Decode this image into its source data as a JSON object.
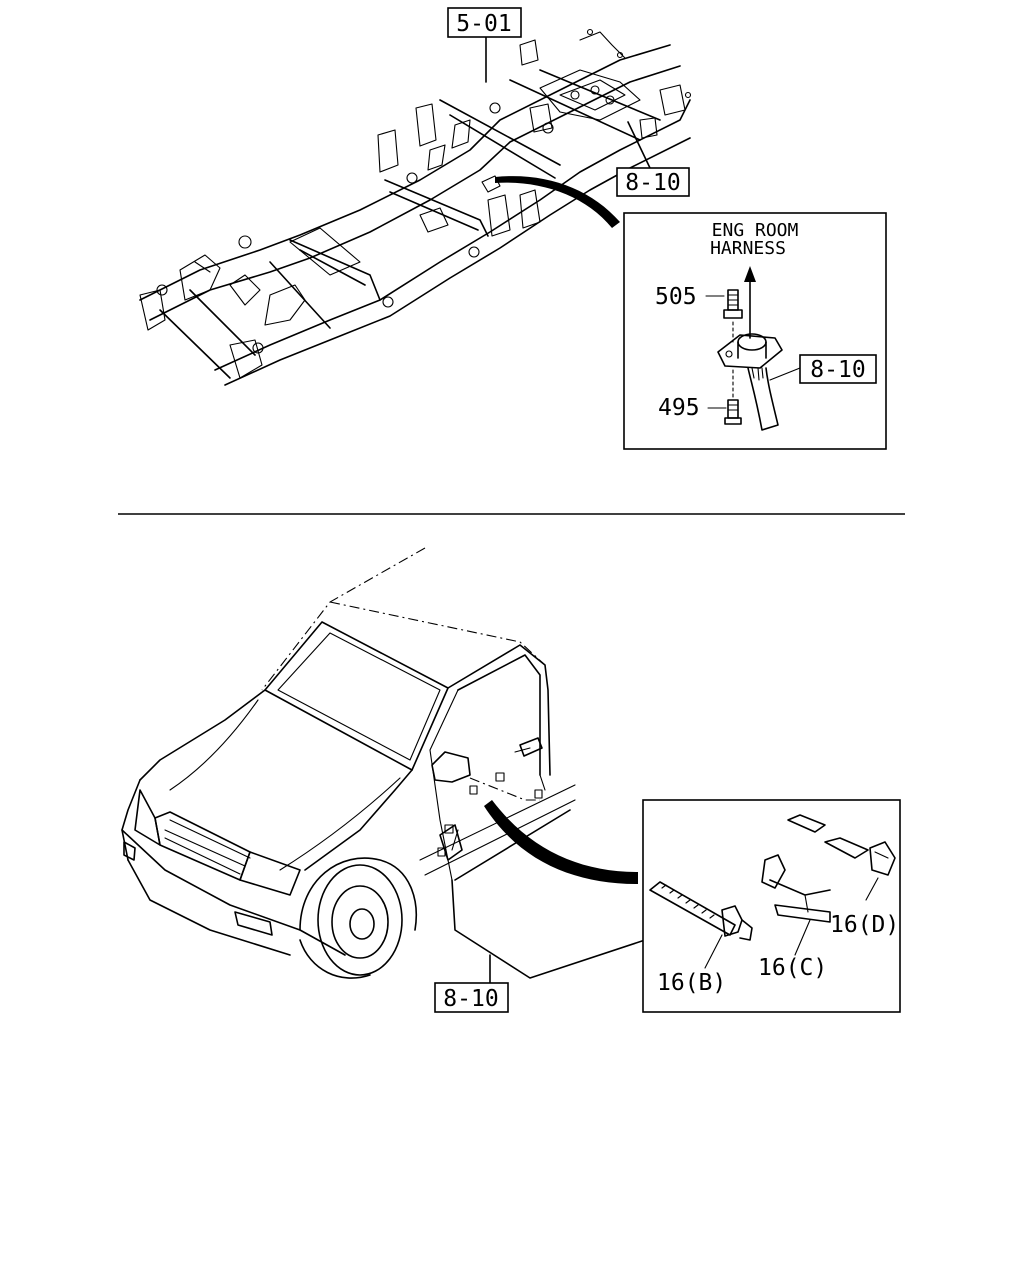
{
  "top_section": {
    "frame_ref": "5-01",
    "harness_ref_main": "8-10",
    "inset": {
      "title_line1": "ENG ROOM",
      "title_line2": "HARNESS",
      "part_top": "505",
      "part_bottom": "495",
      "harness_ref": "8-10"
    }
  },
  "bottom_section": {
    "harness_ref": "8-10",
    "inset": {
      "clip_b": "16(B)",
      "clip_c": "16(C)",
      "clip_d": "16(D)"
    }
  }
}
